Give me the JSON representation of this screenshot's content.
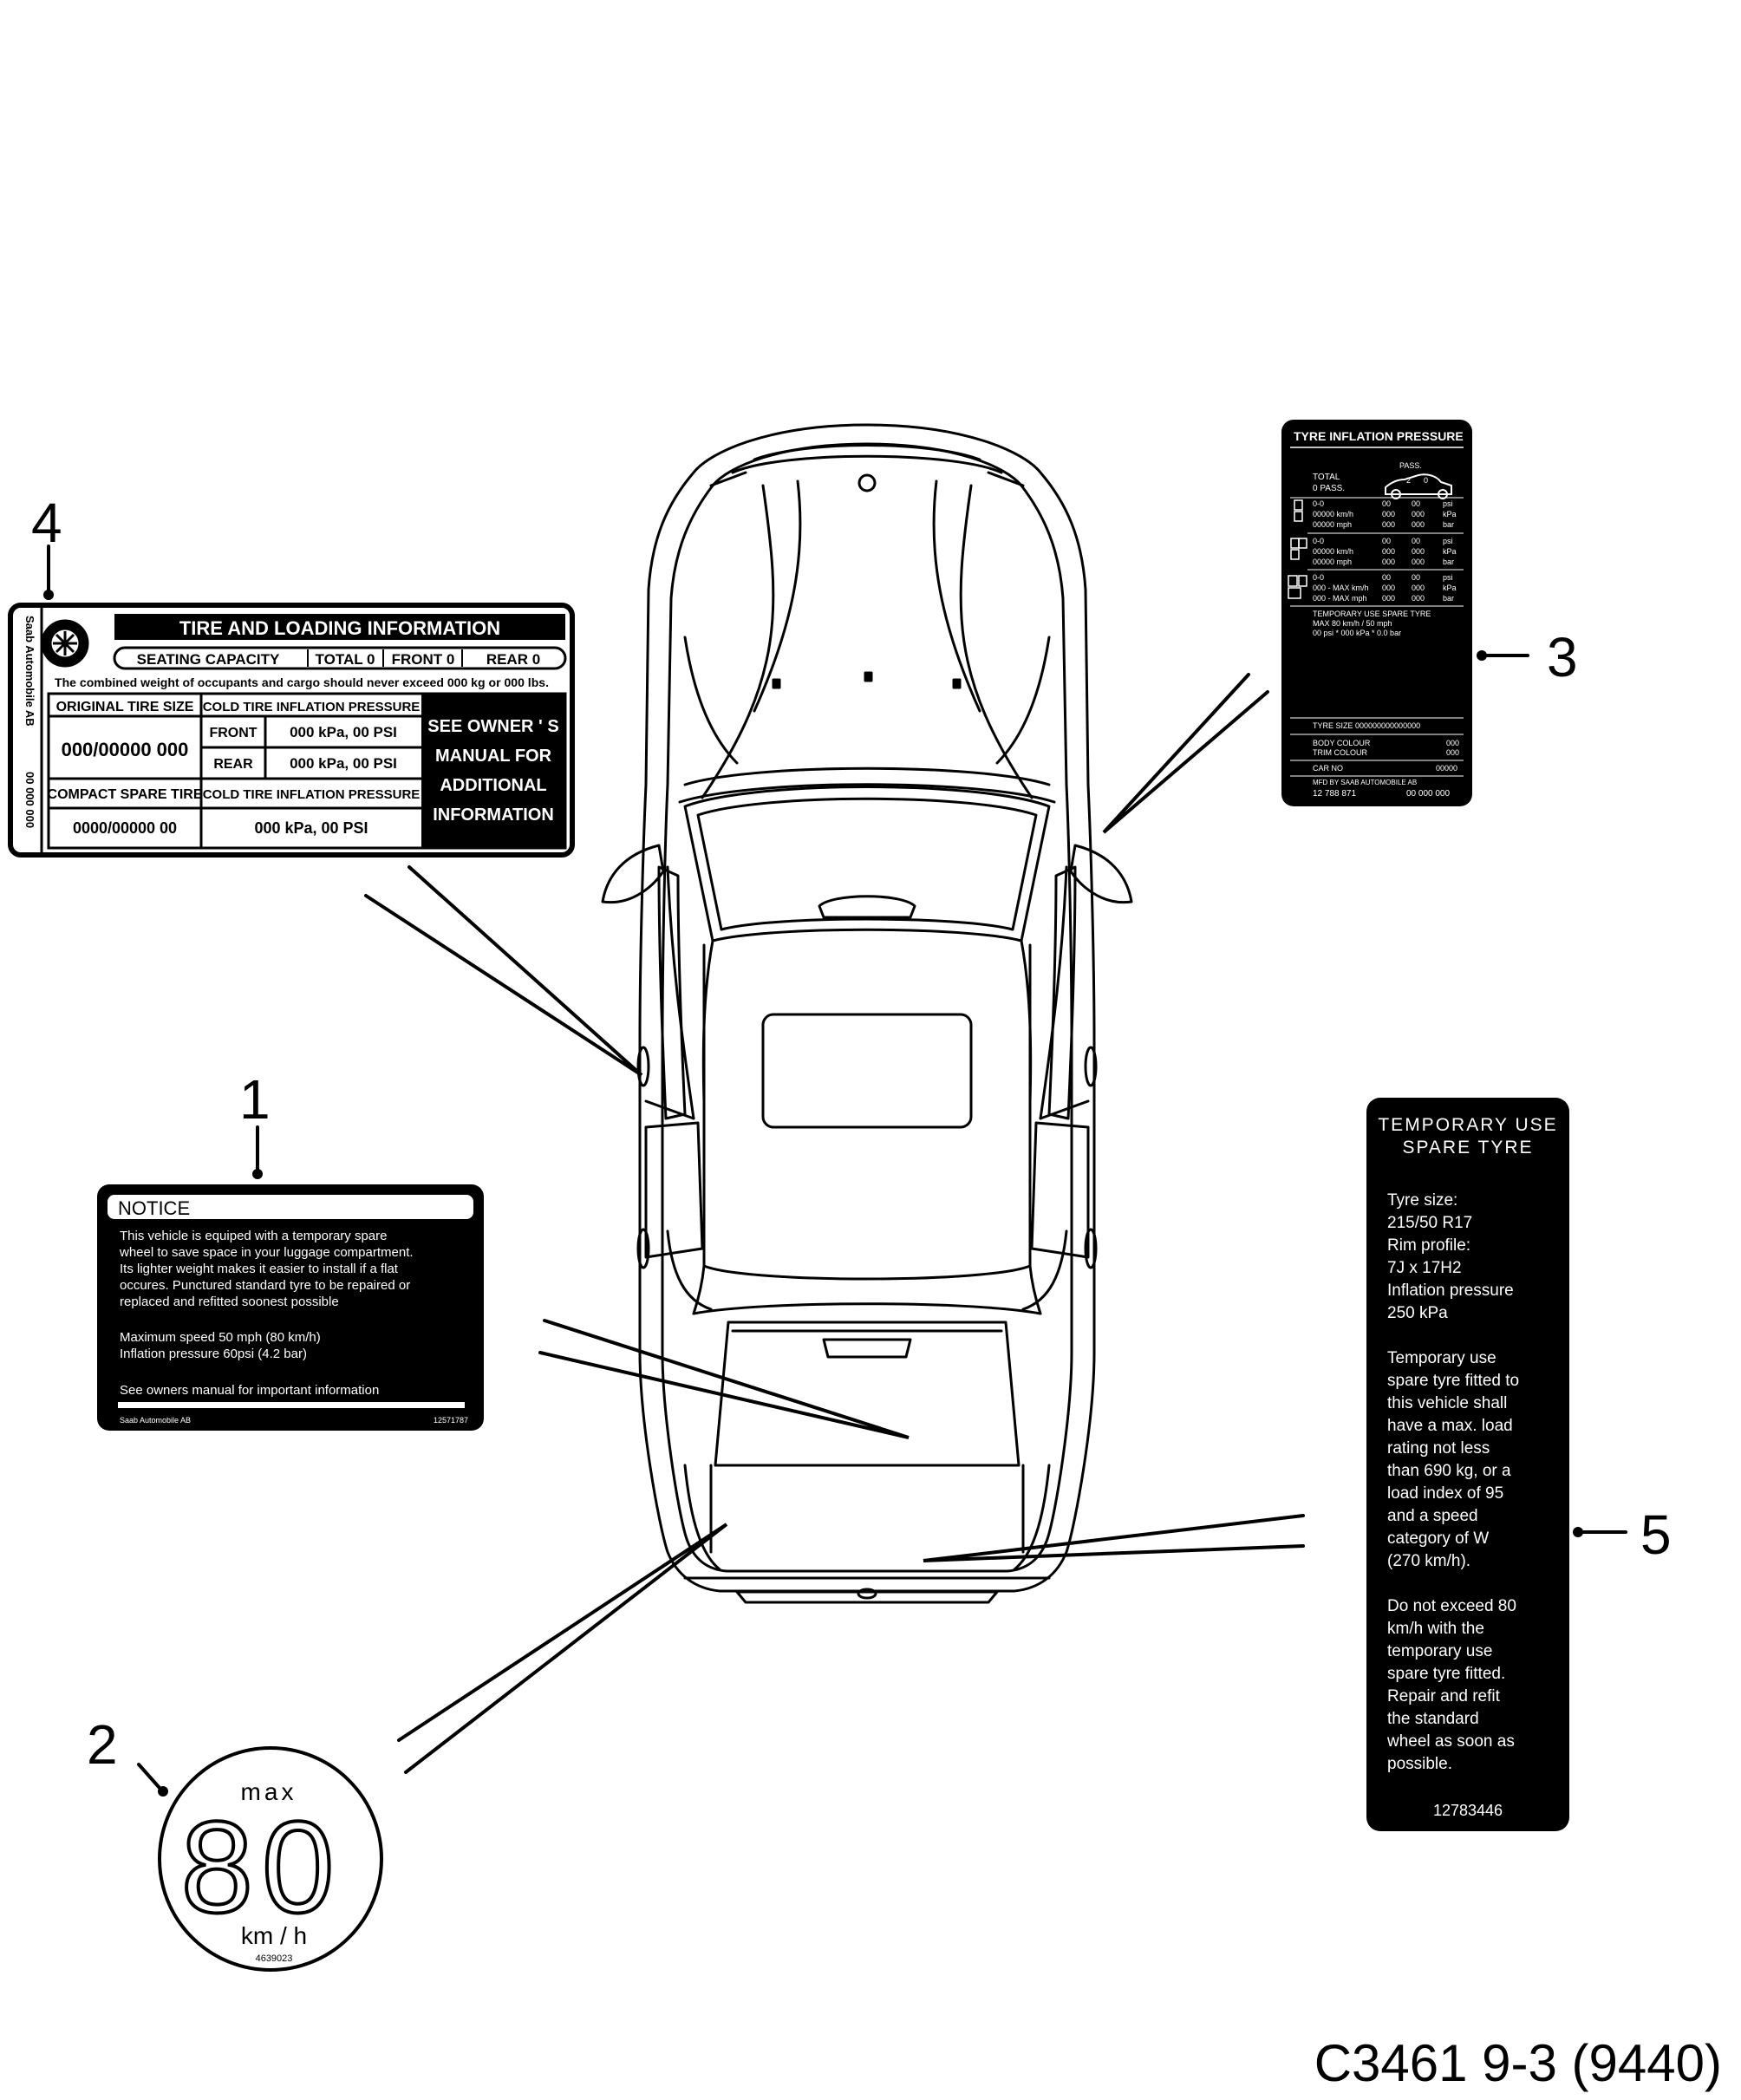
{
  "callouts": [
    "1",
    "2",
    "3",
    "4",
    "5"
  ],
  "label_notice": {
    "heading": "NOTICE",
    "lines": [
      "This vehicle is equiped with a temporary spare",
      "wheel to save space in your luggage compartment.",
      "Its lighter weight makes it easier to install if a flat",
      "occures. Punctured standard tyre to be repaired or",
      "replaced and refitted soonest possible"
    ],
    "speed_lines": [
      "Maximum speed 50 mph (80 km/h)",
      "Inflation pressure 60psi (4.2 bar)"
    ],
    "footer_line": "See owners manual for important information",
    "maker": "Saab Automobile AB",
    "code": "12571787"
  },
  "label_speed": {
    "top": "max",
    "value": "80",
    "unit": "km / h",
    "code": "4639023"
  },
  "label_tyre_pressure": {
    "title": "TYRE INFLATION PRESSURE",
    "pass_header": "PASS.",
    "pass_counts": [
      "2",
      "0"
    ],
    "total_label": "TOTAL",
    "total_pass": "0  PASS.",
    "rows": [
      [
        "0-0",
        "00",
        "00",
        "psi"
      ],
      [
        "00000  km/h",
        "000",
        "000",
        "kPa"
      ],
      [
        "00000  mph",
        "000",
        "000",
        "bar"
      ],
      [
        "0-0",
        "00",
        "00",
        "psi"
      ],
      [
        "00000  km/h",
        "000",
        "000",
        "kPa"
      ],
      [
        "00000  mph",
        "000",
        "000",
        "bar"
      ],
      [
        "0-0",
        "00",
        "00",
        "psi"
      ],
      [
        "000 - MAX km/h",
        "000",
        "000",
        "kPa"
      ],
      [
        "000 - MAX mph",
        "000",
        "000",
        "bar"
      ]
    ],
    "spare_lines": [
      "TEMPORARY USE SPARE TYRE",
      "MAX 80 km/h / 50 mph",
      "00 psi  *  000  kPa  *  0.0 bar"
    ],
    "tyre_size": "TYRE SIZE   000000000000000",
    "body_colour": [
      "BODY COLOUR",
      "000"
    ],
    "trim_colour": [
      "TRIM COLOUR",
      "000"
    ],
    "car_no": [
      "CAR NO",
      "00000"
    ],
    "mfd": "MFD BY SAAB AUTOMOBILE AB",
    "part_no": "12 788 871",
    "serial": "00 000 000"
  },
  "label_tire_loading": {
    "title": "TIRE AND LOADING INFORMATION",
    "side_maker": "Saab Automobile AB",
    "side_code": "00 000 000",
    "seating": [
      "SEATING CAPACITY",
      "TOTAL 0",
      "FRONT 0",
      "REAR 0"
    ],
    "weight_line": "The combined weight of occupants and cargo should never exceed 000 kg or 000 lbs.",
    "orig_size_header": "ORIGINAL TIRE SIZE",
    "cold_header": "COLD TIRE INFLATION PRESSURE",
    "orig_size": "000/00000 000",
    "front_label": "FRONT",
    "front_value": "000 kPa, 00 PSI",
    "rear_label": "REAR",
    "rear_value": "000 kPa, 00 PSI",
    "spare_header": "COMPACT SPARE TIRE",
    "spare_size": "0000/00000  00",
    "spare_value": "000 kPa, 00 PSI",
    "see_manual": [
      "SEE OWNER ' S",
      "MANUAL FOR",
      "ADDITIONAL",
      "INFORMATION"
    ]
  },
  "label_spare": {
    "title": [
      "TEMPORARY USE",
      "SPARE TYRE"
    ],
    "lines": [
      "Tyre size:",
      "215/50 R17",
      "Rim profile:",
      "7J x 17H2",
      "Inflation pressure",
      "250 kPa",
      "",
      "Temporary use",
      "spare tyre fitted to",
      "this vehicle shall",
      "have a max. load",
      "rating not less",
      "than 690 kg, or a",
      "load index of 95",
      "and a speed",
      "category of W",
      "(270 km/h).",
      "",
      "Do not exceed 80",
      "km/h with the",
      "temporary use",
      "spare tyre fitted.",
      "Repair and refit",
      "the standard",
      "wheel as soon as",
      "possible."
    ],
    "code": "12783446"
  },
  "caption": "C3461 9-3 (9440)"
}
